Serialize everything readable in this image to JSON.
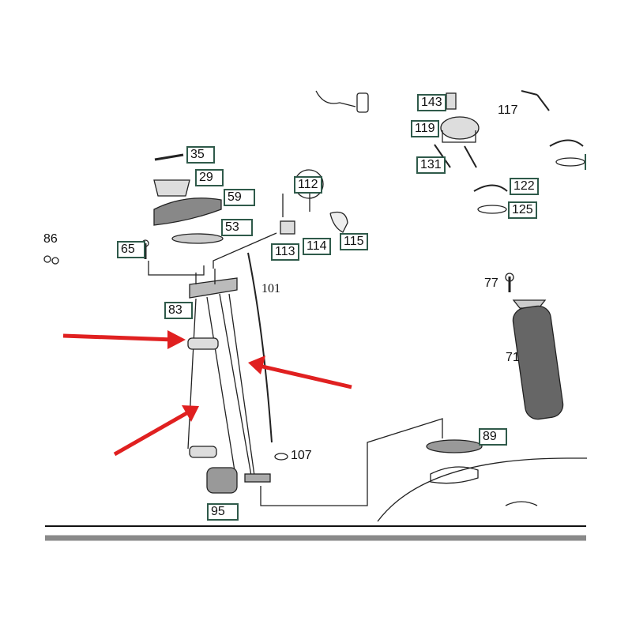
{
  "boxed_labels": {
    "p35": "35",
    "p29": "29",
    "p59": "59",
    "p53": "53",
    "p65": "65",
    "p112": "112",
    "p113": "113",
    "p114": "114",
    "p115": "115",
    "p83": "83",
    "p95": "95",
    "p89": "89",
    "p143": "143",
    "p119": "119",
    "p131": "131",
    "p122": "122",
    "p125": "125"
  },
  "plain_labels": {
    "p86": "86",
    "p101": "101",
    "p107": "107",
    "p117": "117",
    "p77": "77",
    "p71": "71"
  },
  "colors": {
    "arrow": "#e02020",
    "box_border": "#2f5a4a",
    "rule_gray": "#8a8a8a"
  }
}
